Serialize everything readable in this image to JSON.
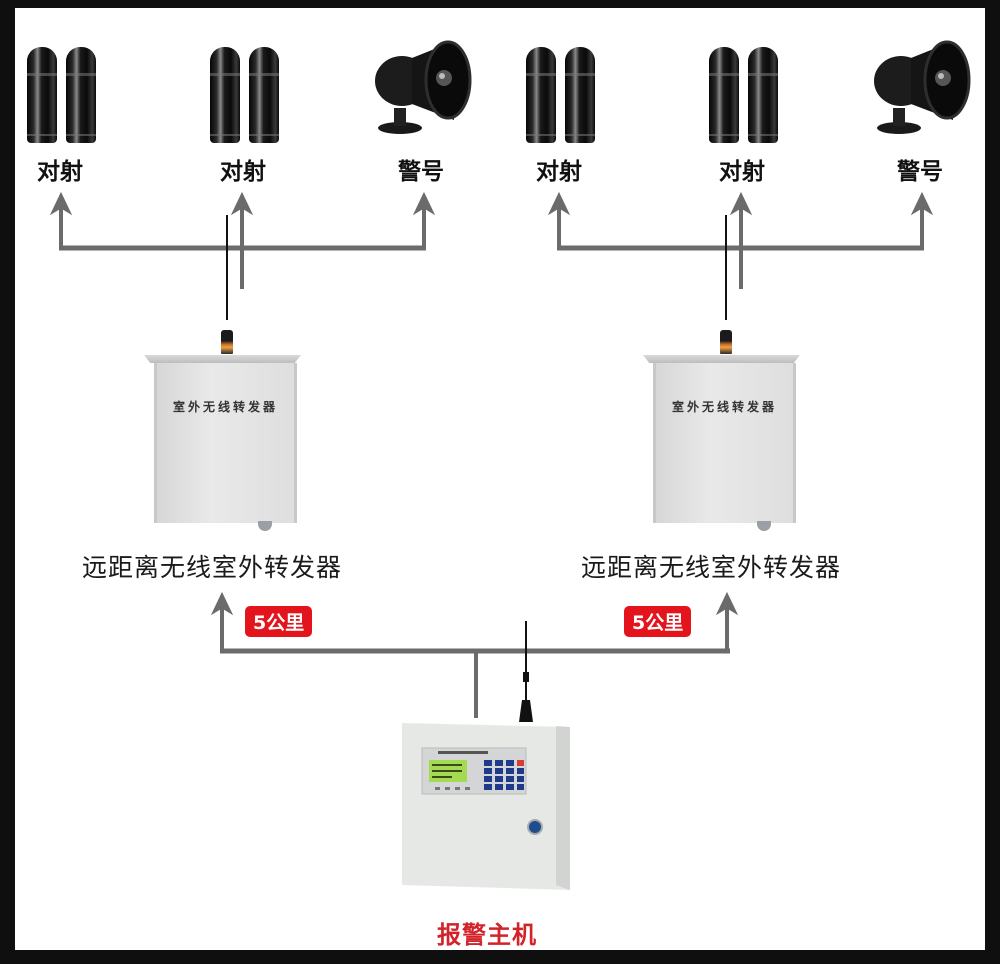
{
  "diagram": {
    "title": "Wireless outdoor repeater alarm system topology",
    "colors": {
      "frame": "#0f0f10",
      "background": "#ffffff",
      "connector_line": "#6b6b6b",
      "badge_bg": "#e3141b",
      "host_label": "#d2232a",
      "text": "#111111"
    },
    "groups": [
      {
        "devices": [
          {
            "type": "beam-sensor",
            "label": "对射"
          },
          {
            "type": "beam-sensor",
            "label": "对射"
          },
          {
            "type": "siren",
            "label": "警号"
          }
        ],
        "repeater": {
          "panel_text": "室外无线转发器",
          "label": "远距离无线室外转发器"
        },
        "link_distance": "5公里"
      },
      {
        "devices": [
          {
            "type": "beam-sensor",
            "label": "对射"
          },
          {
            "type": "beam-sensor",
            "label": "对射"
          },
          {
            "type": "siren",
            "label": "警号"
          }
        ],
        "repeater": {
          "panel_text": "室外无线转发器",
          "label": "远距离无线室外转发器"
        },
        "link_distance": "5公里"
      }
    ],
    "host": {
      "label": "报警主机"
    }
  }
}
